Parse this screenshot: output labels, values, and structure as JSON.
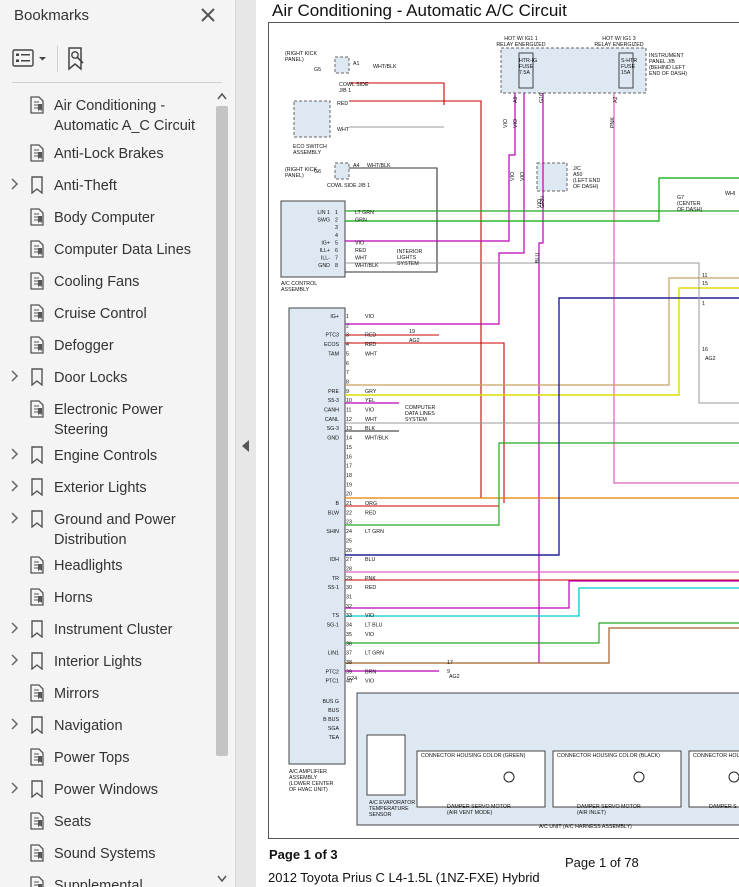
{
  "sidebar": {
    "title": "Bookmarks",
    "items": [
      {
        "label": "Air Conditioning - Automatic A_C Circuit",
        "expandable": false
      },
      {
        "label": "Anti-Lock Brakes",
        "expandable": false
      },
      {
        "label": "Anti-Theft",
        "expandable": true
      },
      {
        "label": "Body Computer",
        "expandable": false
      },
      {
        "label": "Computer Data Lines",
        "expandable": false
      },
      {
        "label": "Cooling Fans",
        "expandable": false
      },
      {
        "label": "Cruise Control",
        "expandable": false
      },
      {
        "label": "Defogger",
        "expandable": false
      },
      {
        "label": "Door Locks",
        "expandable": true
      },
      {
        "label": "Electronic Power Steering",
        "expandable": false
      },
      {
        "label": "Engine Controls",
        "expandable": true
      },
      {
        "label": "Exterior Lights",
        "expandable": true
      },
      {
        "label": "Ground and Power Distribution",
        "expandable": true
      },
      {
        "label": "Headlights",
        "expandable": false
      },
      {
        "label": "Horns",
        "expandable": false
      },
      {
        "label": "Instrument Cluster",
        "expandable": true
      },
      {
        "label": "Interior Lights",
        "expandable": true
      },
      {
        "label": "Mirrors",
        "expandable": false
      },
      {
        "label": "Navigation",
        "expandable": true
      },
      {
        "label": "Power Tops",
        "expandable": false
      },
      {
        "label": "Power Windows",
        "expandable": true
      },
      {
        "label": "Seats",
        "expandable": false
      },
      {
        "label": "Sound Systems",
        "expandable": false
      },
      {
        "label": "Supplemental",
        "expandable": false
      }
    ]
  },
  "document": {
    "title": "Air Conditioning - Automatic A/C Circuit",
    "page_of": "Page 1 of 3",
    "page_count": "Page 1 of 78",
    "vehicle": "2012 Toyota Prius C L4-1.5L (1NZ-FXE) Hybrid"
  },
  "diagram": {
    "top_labels": {
      "hot_ig1_relay": "HOT W/ IG1 1\nRELAY ENERGIZED",
      "hot_ig1_relay3": "HOT W/ IG1 3\nRELAY ENERGIZED",
      "htr_fuse": "HTR-IG\nFUSE\n7.5A",
      "shtr_fuse": "S-HTR\nFUSE\n15A",
      "instrument_panel": "INSTRUMENT\nPANEL J/B\n(BEHIND LEFT\nEND OF DASH)",
      "right_kick_1": "(RIGHT KICK\nPANEL)",
      "cowl_side_1": "COWL SIDE\nJ/B 1",
      "eco_switch": "ECO SWITCH\nASSEMBLY",
      "right_kick_2": "(RIGHT KICK\nPANEL)",
      "cowl_side_2": "COWL SIDE J/B 1",
      "jc_a50": "J/C\nA50\n(LEFT END\nOF DASH)",
      "g7": "G7\n(CENTER\nOF DASH)",
      "ac_control": "A/C CONTROL\nASSEMBLY",
      "interior_lights": "INTERIOR\nLIGHTS\nSYSTEM",
      "computer_data": "COMPUTER\nDATA LINES\nSYSTEM",
      "ac_amplifier": "A/C AMPLIFIER\nASSEMBLY\n(LOWER CENTER\nOF HVAC UNIT)",
      "evap_sensor": "A/C EVAPORATOR\nTEMPERATURE\nSENSOR",
      "housing_green": "CONNECTOR HOUSING COLOR (GREEN)",
      "housing_black": "CONNECTOR HOUSING COLOR (BLACK)",
      "housing_other": "CONNECTOR HOUSING COLO",
      "servo_vent": "DAMPER SERVO MOTOR\n(AIR VENT MODE)",
      "servo_inlet": "DAMPER SERVO MOTOR\n(AIR INLET)",
      "servo_third": "DAMPER S",
      "ac_unit": "A/C UNIT (A/C HARNESS ASSEMBLY)",
      "ag2": "AG2",
      "g5": "G5",
      "g6": "G6",
      "a1": "A1",
      "a4": "A4",
      "wht_blk": "WHT/BLK",
      "red": "RED",
      "wht": "WHT",
      "g24": "G24",
      "whi": "WHI"
    },
    "ac_control_pins": [
      {
        "pin": "LIN 1",
        "num": "1",
        "wire": "LT GRN"
      },
      {
        "pin": "SWG",
        "num": "2",
        "wire": "GRN"
      },
      {
        "pin": "",
        "num": "3",
        "wire": ""
      },
      {
        "pin": "",
        "num": "4",
        "wire": ""
      },
      {
        "pin": "IG+",
        "num": "5",
        "wire": "VIO"
      },
      {
        "pin": "ILL+",
        "num": "6",
        "wire": "RED"
      },
      {
        "pin": "ILL-",
        "num": "7",
        "wire": "WHT"
      },
      {
        "pin": "GND",
        "num": "8",
        "wire": "WHT/BLK"
      }
    ],
    "amplifier_pins": [
      {
        "pin": "IG+",
        "num": "1",
        "wire": "VIO"
      },
      {
        "pin": "",
        "num": "2",
        "wire": ""
      },
      {
        "pin": "PTC3",
        "num": "3",
        "wire": "RED"
      },
      {
        "pin": "ECOS",
        "num": "4",
        "wire": "RED"
      },
      {
        "pin": "TAM",
        "num": "5",
        "wire": "WHT"
      },
      {
        "pin": "",
        "num": "6",
        "wire": ""
      },
      {
        "pin": "",
        "num": "7",
        "wire": ""
      },
      {
        "pin": "",
        "num": "8",
        "wire": ""
      },
      {
        "pin": "PRE",
        "num": "9",
        "wire": "GRY"
      },
      {
        "pin": "S5-3",
        "num": "10",
        "wire": "YEL"
      },
      {
        "pin": "CANH",
        "num": "11",
        "wire": "VIO"
      },
      {
        "pin": "CANL",
        "num": "12",
        "wire": "WHT"
      },
      {
        "pin": "SG-3",
        "num": "13",
        "wire": "BLK"
      },
      {
        "pin": "GND",
        "num": "14",
        "wire": "WHT/BLK"
      },
      {
        "pin": "",
        "num": "15",
        "wire": ""
      },
      {
        "pin": "",
        "num": "16",
        "wire": ""
      },
      {
        "pin": "",
        "num": "17",
        "wire": ""
      },
      {
        "pin": "",
        "num": "18",
        "wire": ""
      },
      {
        "pin": "",
        "num": "19",
        "wire": ""
      },
      {
        "pin": "",
        "num": "20",
        "wire": ""
      },
      {
        "pin": "B",
        "num": "21",
        "wire": "ORG"
      },
      {
        "pin": "BLW",
        "num": "22",
        "wire": "RED"
      },
      {
        "pin": "",
        "num": "23",
        "wire": ""
      },
      {
        "pin": "SHIN",
        "num": "24",
        "wire": "LT GRN"
      },
      {
        "pin": "",
        "num": "25",
        "wire": ""
      },
      {
        "pin": "",
        "num": "26",
        "wire": ""
      },
      {
        "pin": "IDH",
        "num": "27",
        "wire": "BLU"
      },
      {
        "pin": "",
        "num": "28",
        "wire": ""
      },
      {
        "pin": "TR",
        "num": "29",
        "wire": "PNK"
      },
      {
        "pin": "S5-1",
        "num": "30",
        "wire": "RED"
      },
      {
        "pin": "",
        "num": "31",
        "wire": ""
      },
      {
        "pin": "",
        "num": "32",
        "wire": ""
      },
      {
        "pin": "TS",
        "num": "33",
        "wire": "VIO"
      },
      {
        "pin": "SG-1",
        "num": "34",
        "wire": "LT BLU"
      },
      {
        "pin": "",
        "num": "35",
        "wire": "VIO"
      },
      {
        "pin": "",
        "num": "36",
        "wire": ""
      },
      {
        "pin": "LIN1",
        "num": "37",
        "wire": "LT GRN"
      },
      {
        "pin": "",
        "num": "38",
        "wire": ""
      },
      {
        "pin": "PTC2",
        "num": "39",
        "wire": "BRN"
      },
      {
        "pin": "PTC1",
        "num": "40",
        "wire": "VIO"
      }
    ],
    "bus_pins": [
      {
        "pin": "BUS G"
      },
      {
        "pin": "BUS"
      },
      {
        "pin": "B BUS"
      },
      {
        "pin": "SGA"
      },
      {
        "pin": "TEA"
      }
    ],
    "ref_numbers": {
      "n19": "19",
      "n17": "17",
      "n9": "9",
      "n11": "11",
      "n15": "15",
      "n1": "1",
      "n16": "16"
    },
    "vertical_wires": [
      "VIO",
      "VIO",
      "PNK",
      "VIO",
      "VIO",
      "VIO",
      "GRN",
      "BLU"
    ],
    "top_pins": [
      "A9",
      "G16",
      "A2"
    ]
  }
}
